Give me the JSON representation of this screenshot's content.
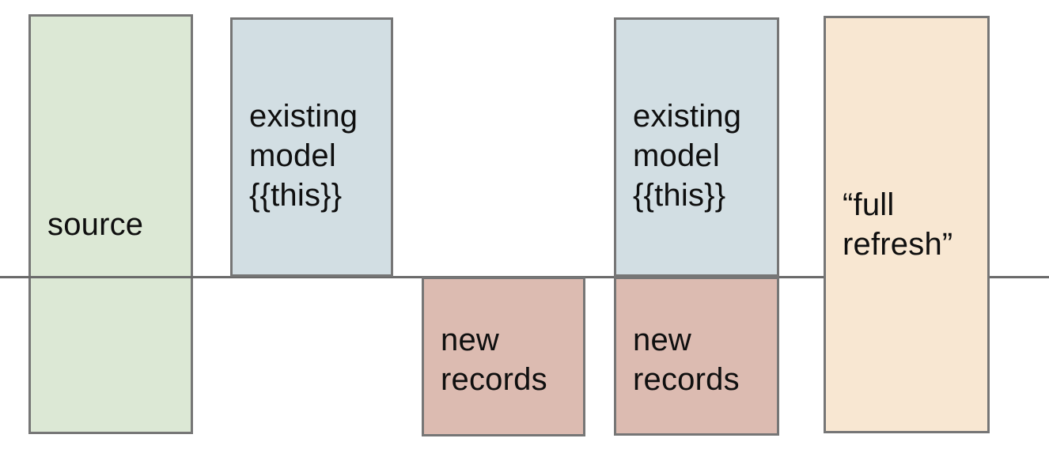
{
  "colors": {
    "background": "#ffffff",
    "border": "#767676",
    "divider_line": "#6a6a6a",
    "text": "#0f0f0f",
    "source_fill": "#dce8d5",
    "model_fill": "#d2dee3",
    "records_fill": "#dcbbb1",
    "refresh_fill": "#f8e7d2"
  },
  "boxes": {
    "source": {
      "label": "source",
      "fill": "#dce8d5"
    },
    "existing_model_1": {
      "label": "existing\nmodel\n{{this}}",
      "fill": "#d2dee3"
    },
    "new_records_1": {
      "label": "new\nrecords",
      "fill": "#dcbbb1"
    },
    "existing_model_2": {
      "label": "existing\nmodel\n{{this}}",
      "fill": "#d2dee3"
    },
    "new_records_2": {
      "label": "new\nrecords",
      "fill": "#dcbbb1"
    },
    "full_refresh": {
      "label": "“full\nrefresh”",
      "fill": "#f8e7d2"
    }
  }
}
